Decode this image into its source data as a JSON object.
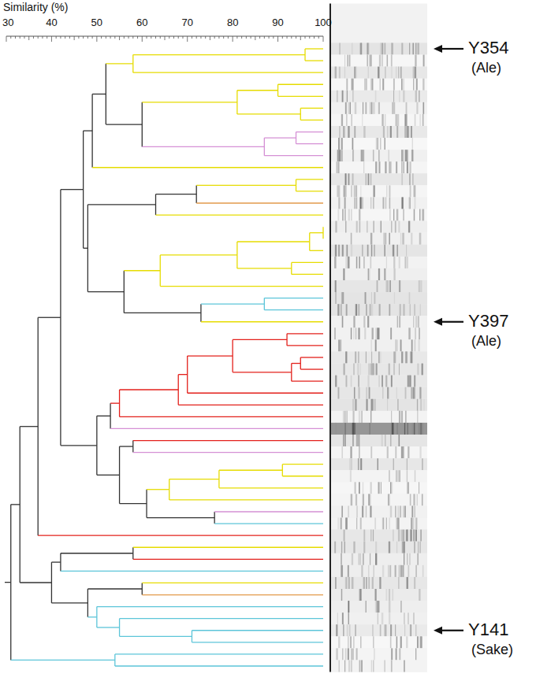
{
  "diagram": {
    "labels": [
      "Similarity (%)",
      "30",
      "40",
      "50",
      "60",
      "70",
      "80",
      "90",
      "100",
      "Y354",
      "(Ale)",
      "Y397",
      "(Ale)",
      "Y141",
      "(Sake)"
    ]
  }
}
